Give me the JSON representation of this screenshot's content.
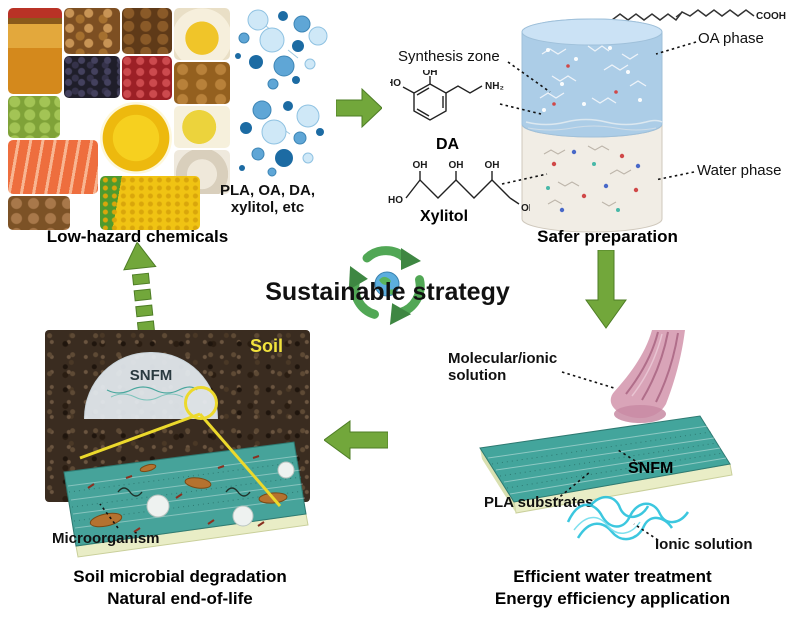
{
  "title": "Sustainable strategy",
  "top_left": {
    "note_line1": "PLA, OA, DA,",
    "note_line2": "xylitol, etc",
    "caption": "Low-hazard chemicals"
  },
  "top_right": {
    "synthesis_zone": "Synthesis zone",
    "oa_phase": "OA phase",
    "water_phase": "Water phase",
    "da_label": "DA",
    "xylitol_label": "Xylitol",
    "caption": "Safer preparation"
  },
  "bottom_right": {
    "molecular_ionic_line1": "Molecular/ionic",
    "molecular_ionic_line2": "solution",
    "snfm": "SNFM",
    "pla_substrates": "PLA substrates",
    "ionic_solution": "Ionic solution",
    "caption_line1": "Efficient water treatment",
    "caption_line2": "Energy efficiency application"
  },
  "bottom_left": {
    "soil": "Soil",
    "snfm": "SNFM",
    "microorganism": "Microorganism",
    "caption_line1": "Soil microbial degradation",
    "caption_line2": "Natural end-of-life"
  },
  "chem": {
    "oh": "OH",
    "ho": "HO",
    "nh2": "NH₂",
    "cooh": "COOH"
  },
  "colors": {
    "arrow_green": "#72a73b",
    "membrane_teal": "#46a39a",
    "stream_pink": "#d8a2b6",
    "ionic_cyan": "#2ec8e2",
    "soil_label_yellow": "#f2e23c"
  }
}
